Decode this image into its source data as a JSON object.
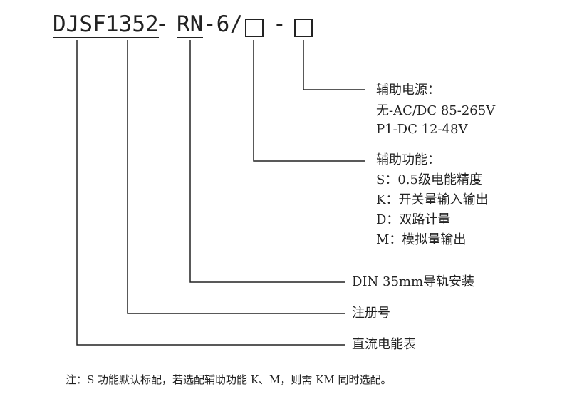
{
  "model_code": {
    "seg_djsf": "DJSF",
    "seg_1352": "1352",
    "dash_1": "-",
    "seg_rn": "RN",
    "seg_6": "-6/",
    "dash_2": "-"
  },
  "aux_power": {
    "title": "辅助电源：",
    "options": [
      "无-AC/DC 85-265V",
      "P1-DC 12-48V"
    ]
  },
  "aux_function": {
    "title": "辅助功能：",
    "options": [
      "S：0.5级电能精度",
      "K：开关量输入输出",
      "D：双路计量",
      "M：模拟量输出"
    ]
  },
  "mounting": "DIN 35mm导轨安装",
  "registration": "注册号",
  "meter_type": "直流电能表",
  "note": "注：S 功能默认标配，若选配辅助功能 K、M，则需 KM 同时选配。",
  "colors": {
    "ink": "#222222",
    "background": "#ffffff"
  }
}
